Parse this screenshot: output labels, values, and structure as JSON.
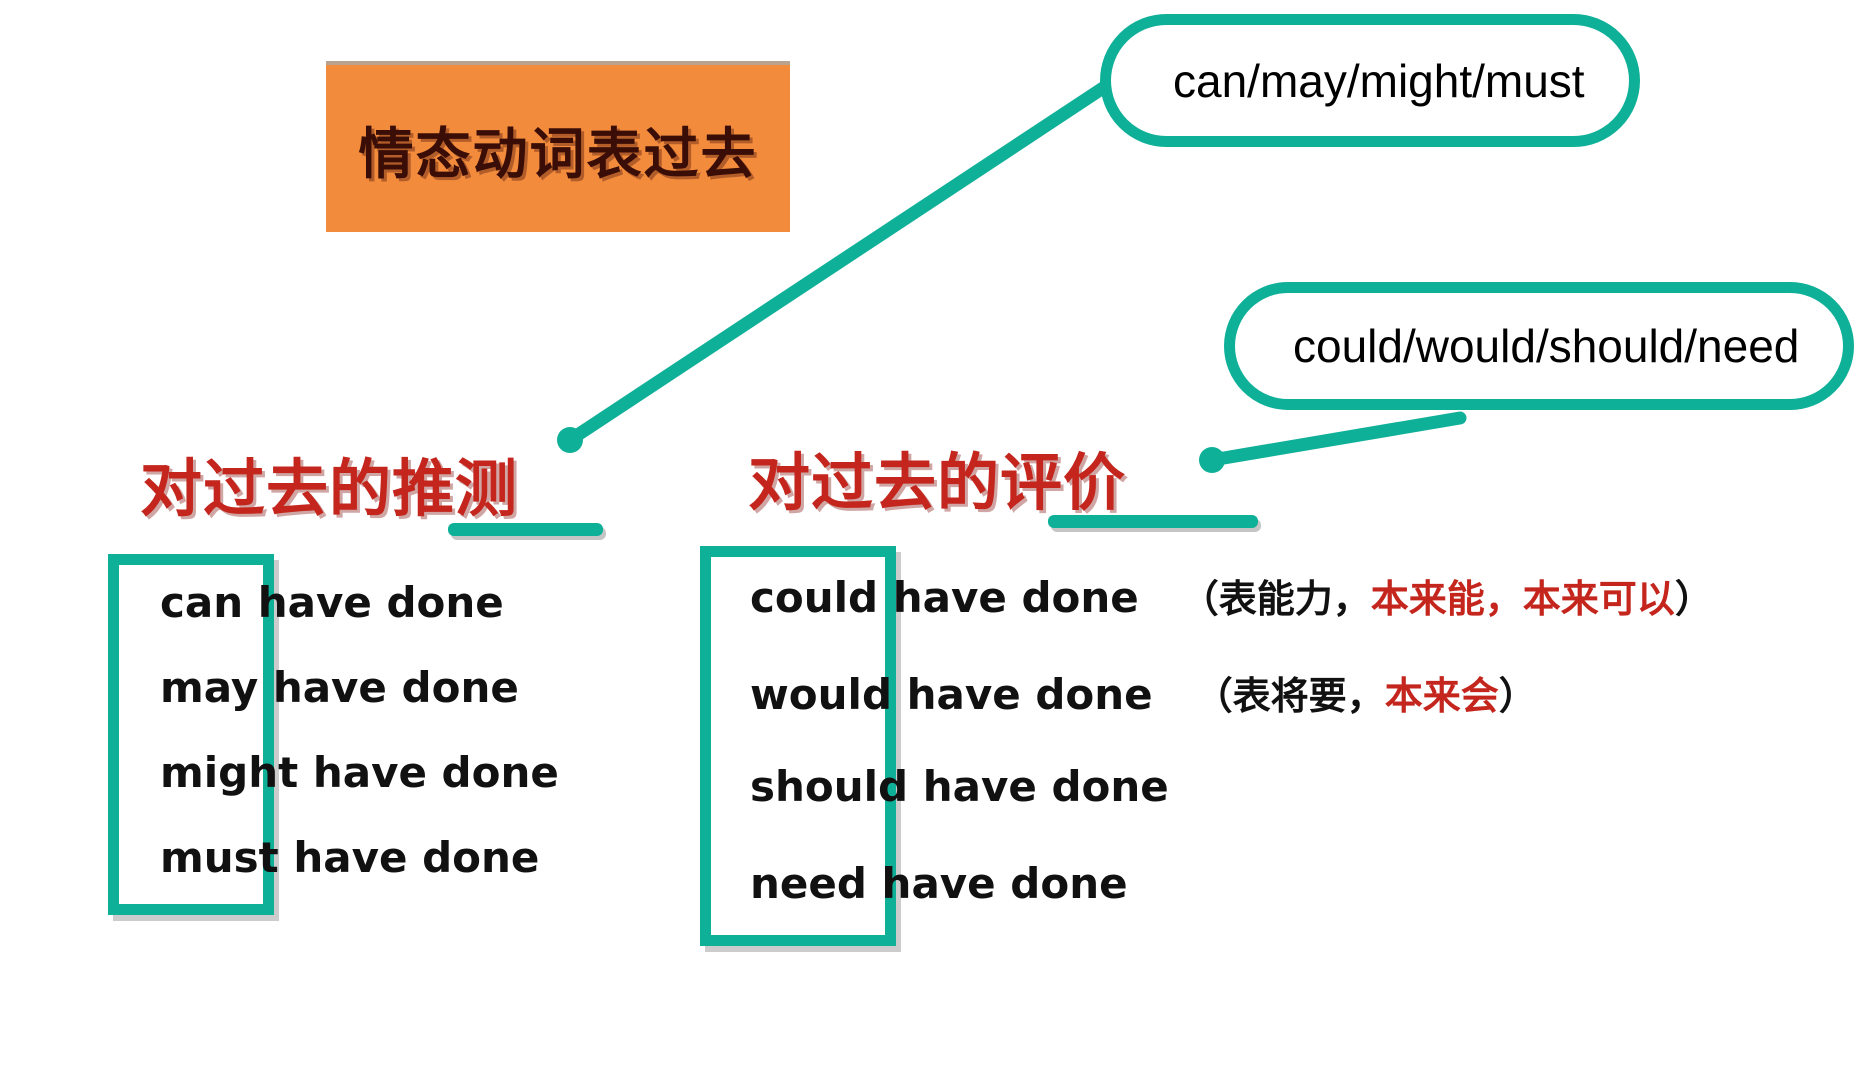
{
  "slide": {
    "title": "情态动词表过去",
    "background_color": "#ffffff",
    "accent_color": "#0FB098",
    "banner_color": "#F28B3C",
    "heading_color": "#C4261D"
  },
  "bubbles": [
    {
      "text": "can/may/might/must"
    },
    {
      "text": "could/would/should/need"
    }
  ],
  "columns": [
    {
      "heading": "对过去的推测",
      "items": [
        {
          "phrase": "can have done",
          "annot_black": "",
          "annot_red": "",
          "annot_tail": ""
        },
        {
          "phrase": "may have done",
          "annot_black": "",
          "annot_red": "",
          "annot_tail": ""
        },
        {
          "phrase": "might have done",
          "annot_black": "",
          "annot_red": "",
          "annot_tail": ""
        },
        {
          "phrase": "must have done",
          "annot_black": "",
          "annot_red": "",
          "annot_tail": ""
        }
      ]
    },
    {
      "heading": "对过去的评价",
      "items": [
        {
          "phrase": "could have done",
          "annot_black": "（表能力，",
          "annot_red": "本来能，本来可以",
          "annot_tail": "）"
        },
        {
          "phrase": "would have done",
          "annot_black": "（表将要，",
          "annot_red": "本来会",
          "annot_tail": "）"
        },
        {
          "phrase": "should have done",
          "annot_black": "",
          "annot_red": "",
          "annot_tail": ""
        },
        {
          "phrase": "need have done",
          "annot_black": "",
          "annot_red": "",
          "annot_tail": ""
        }
      ]
    }
  ]
}
